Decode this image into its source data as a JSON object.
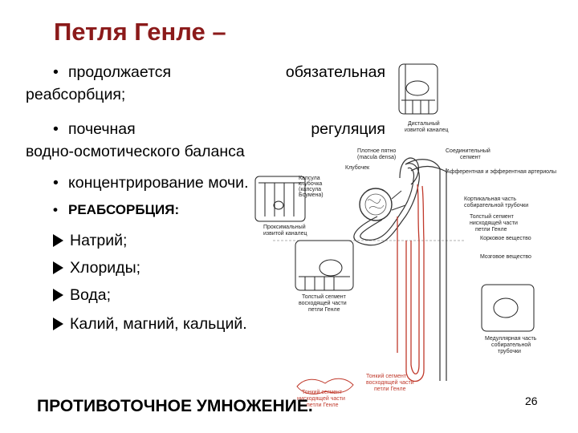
{
  "title": "Петля Генле –",
  "bullets": [
    {
      "first": [
        "продолжается",
        "обязательная"
      ],
      "second": "реабсорбция;"
    },
    {
      "first": [
        "почечная",
        "регуляция"
      ],
      "second": "водно-осмотического баланса"
    },
    {
      "text": "концентрирование мочи."
    },
    {
      "text": "РЕАБСОРБЦИЯ:"
    }
  ],
  "arrow_items": [
    "Натрий;",
    "Хлориды;",
    "Вода;",
    "Калий, магний, кальций."
  ],
  "footer": "ПРОТИВОТОЧНОЕ УМНОЖЕНИЕ.",
  "page_number": "26",
  "diagram_labels": {
    "distal": [
      "Дистальный",
      "извитой каналец"
    ],
    "macula": [
      "Плотное пятно",
      "(macula densa)"
    ],
    "connecting": [
      "Соединительный",
      "сегмент"
    ],
    "glomerulus": "Клубочек",
    "arterioles": "Афферентная и эфферентная артериолы",
    "capsule": [
      "Капсула",
      "клубочка",
      "(капсула",
      "Боумена)"
    ],
    "cortical_duct": [
      "Кортикальная часть",
      "собирательной трубочки"
    ],
    "proximal": [
      "Проксимальный",
      "извитой каналец"
    ],
    "thick_desc": [
      "Толстый сегмент",
      "нисходящей части",
      "петли Генле"
    ],
    "cortex": "Корковое вещество",
    "medulla": "Мозговое вещество",
    "thick_asc": [
      "Толстый сегмент",
      "восходящей части",
      "петли Генле"
    ],
    "medullary_duct": [
      "Медуллярная часть",
      "собирательной",
      "трубочки"
    ],
    "thin_asc": [
      "Тонкий сегмент",
      "восходящей части",
      "петли Генле"
    ],
    "thin_desc": [
      "Тонкий сегмент",
      "нисходящей части",
      "петли Генле"
    ]
  },
  "colors": {
    "title": "#8b1a1a",
    "loop": "#c0392b"
  }
}
